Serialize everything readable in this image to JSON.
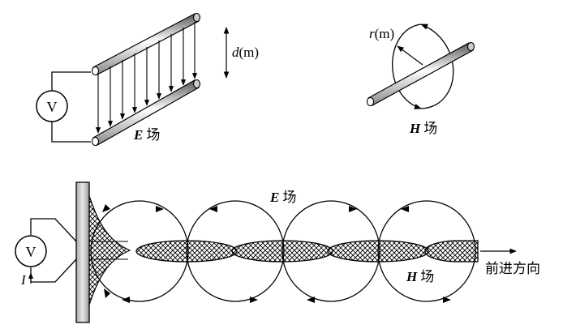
{
  "labels": {
    "d_var": "d",
    "d_unit": "(m)",
    "r_var": "r",
    "r_unit": "(m)",
    "e_letter": "E",
    "h_letter": "H",
    "field_char": "场",
    "voltmeter": "V",
    "current": "I",
    "direction": "前进方向"
  }
}
